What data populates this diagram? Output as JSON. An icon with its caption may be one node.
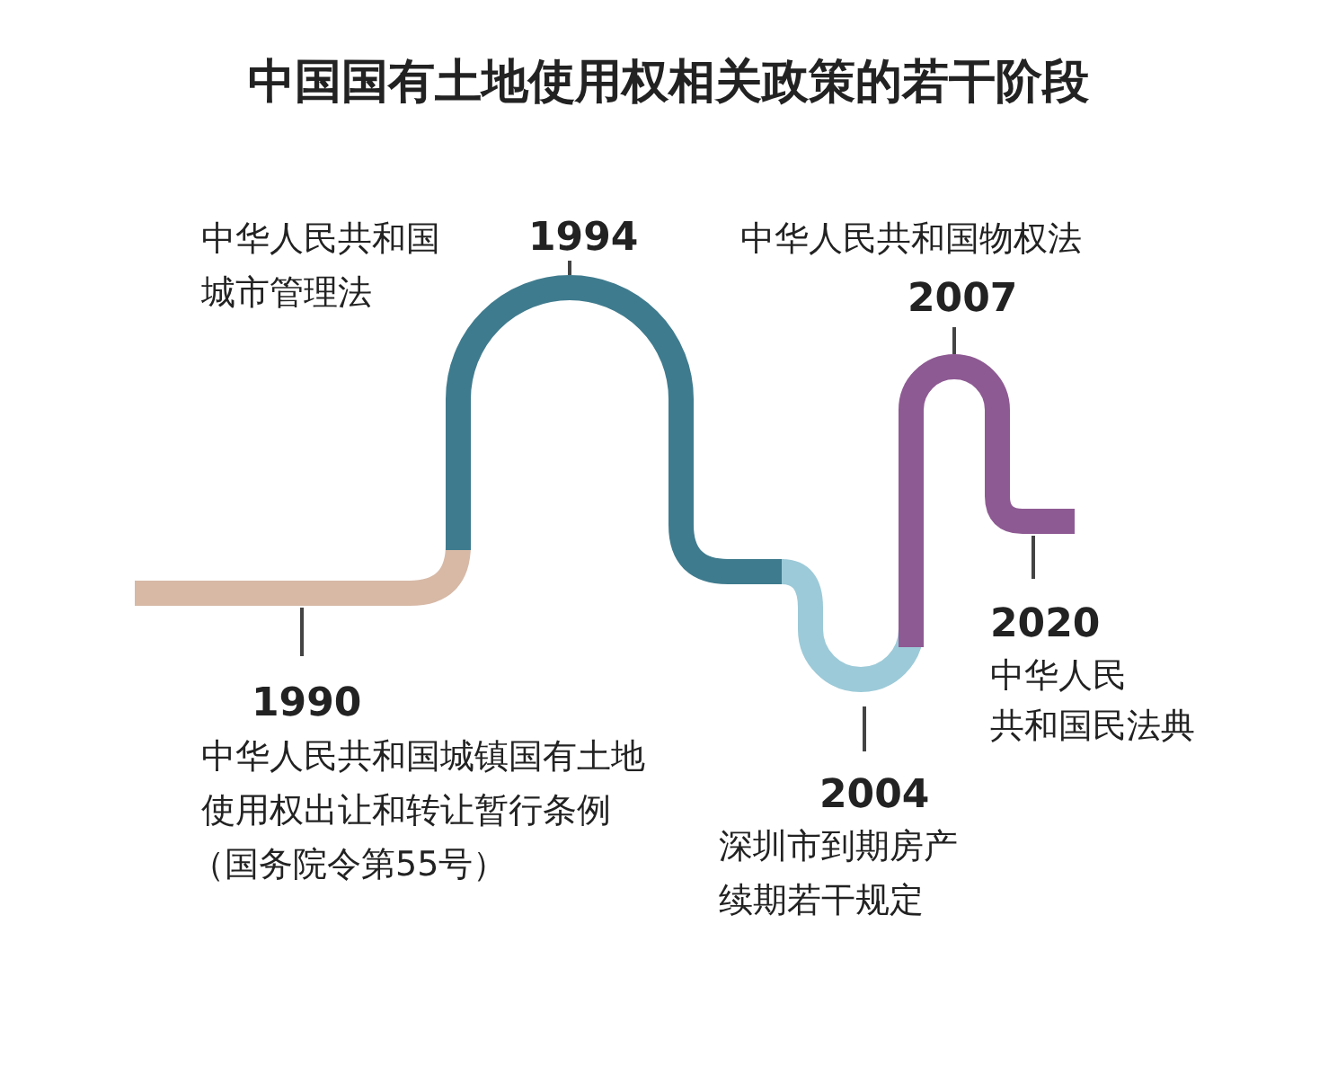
{
  "diagram": {
    "title": "中国国有土地使用权相关政策的若干阶段",
    "labels": [
      "中华人民共和国城市管理法",
      "1994",
      "中华人民共和国物权法",
      "2007",
      "2020",
      "中华人民",
      "共和国民法典",
      "1990",
      "中华人民共和国城镇国有土地使用权出让和转让暂行条例",
      "（国务院令第55号）",
      "2004",
      "深圳市到期房产续期若干规定"
    ]
  }
}
